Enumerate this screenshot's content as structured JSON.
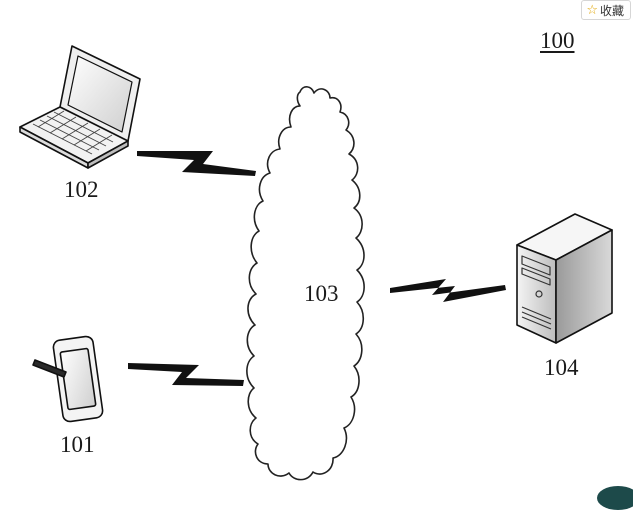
{
  "toolbar": {
    "favorite_label": "收藏",
    "favorite_icon": "star-icon"
  },
  "diagram": {
    "figure_number": "100",
    "nodes": {
      "laptop": {
        "label": "102",
        "icon": "laptop-icon"
      },
      "mobile": {
        "label": "101",
        "icon": "mobile-phone-icon"
      },
      "network": {
        "label": "103",
        "icon": "cloud-icon"
      },
      "server": {
        "label": "104",
        "icon": "server-icon"
      }
    },
    "links": [
      {
        "from": "102",
        "to": "103",
        "style": "wireless-zigzag"
      },
      {
        "from": "101",
        "to": "103",
        "style": "wireless-zigzag"
      },
      {
        "from": "103",
        "to": "104",
        "style": "wireless-zigzag"
      }
    ]
  }
}
